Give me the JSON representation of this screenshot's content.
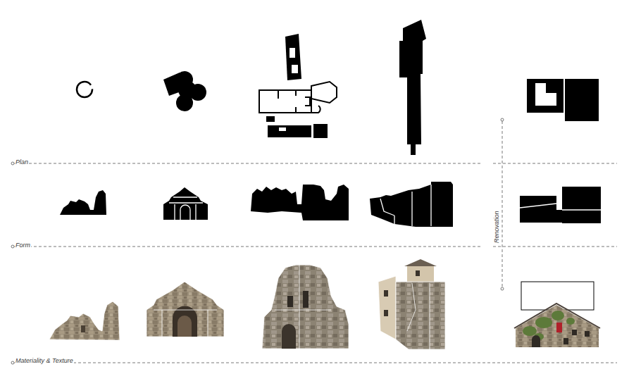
{
  "diagram": {
    "labels": [
      "Plan",
      "Form",
      "Materiality & Texture",
      "Renovation"
    ]
  }
}
